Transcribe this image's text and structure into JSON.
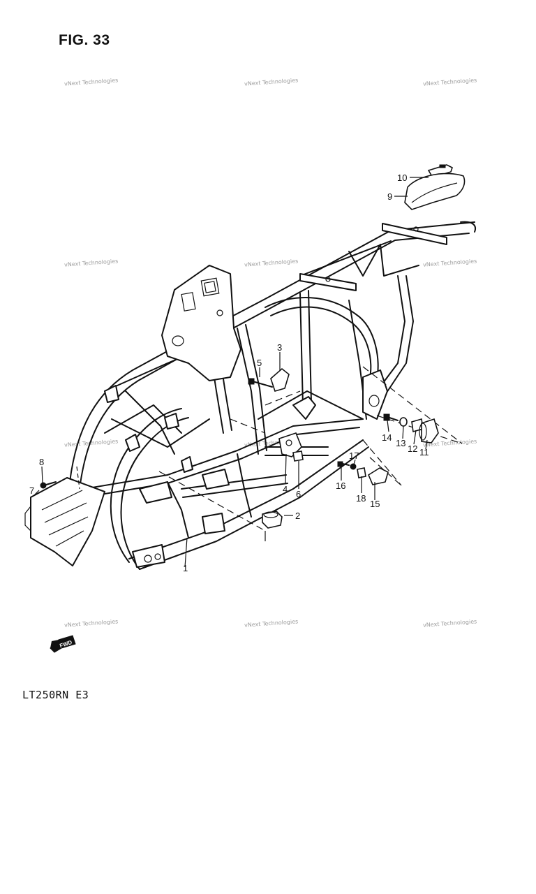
{
  "figure": {
    "title": "FIG. 33"
  },
  "model_code": "LT250RN  E3",
  "watermark_text": "vNext Technologies",
  "forward_marker": "FWD",
  "callouts": [
    "1",
    "2",
    "3",
    "4",
    "5",
    "6",
    "7",
    "8",
    "9",
    "10",
    "11",
    "12",
    "13",
    "14",
    "15",
    "16",
    "17",
    "18"
  ]
}
